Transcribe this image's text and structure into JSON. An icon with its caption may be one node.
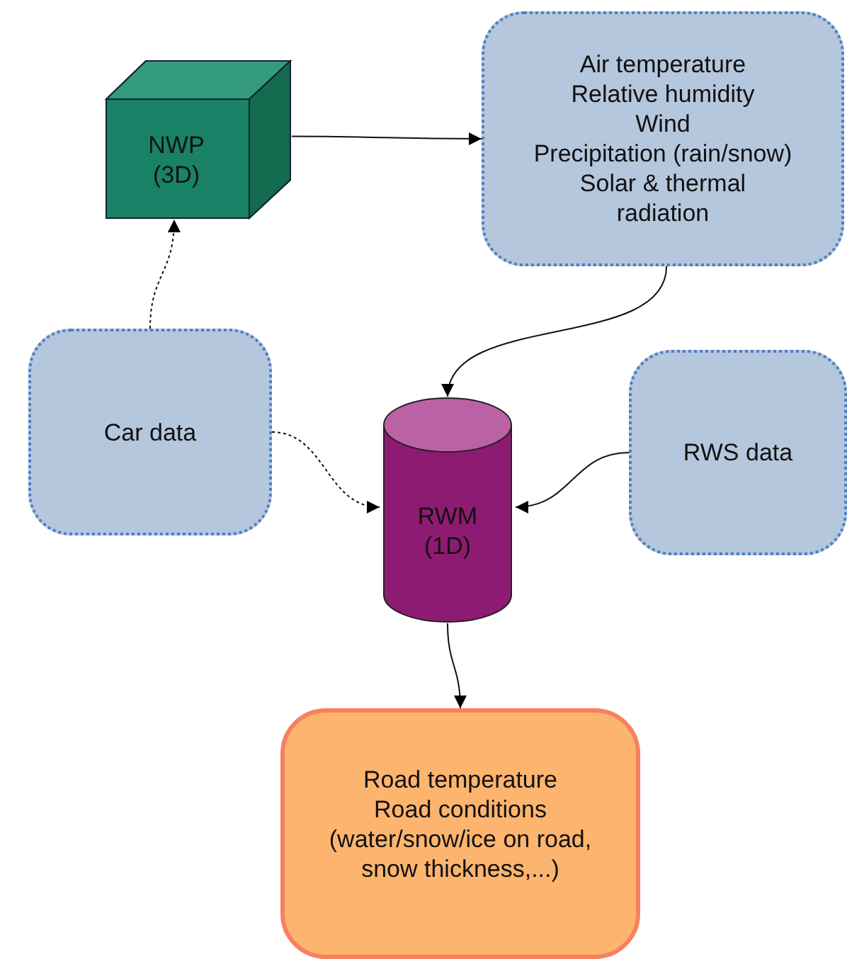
{
  "diagram": {
    "nodes": [
      {
        "text": [
          "NWP (3D)"
        ]
      },
      {
        "text": [
          "Air temperature",
          "Relative humidity",
          "Wind",
          "Precipitation (rain/snow)",
          "Solar & thermal radiation"
        ]
      },
      {
        "text": [
          "Car data"
        ]
      },
      {
        "text": [
          "RWM (1D)"
        ]
      },
      {
        "text": [
          "RWS data"
        ]
      },
      {
        "text": [
          "Road temperature",
          "Road conditions (water/snow/ice on road, snow thickness,...)"
        ]
      }
    ],
    "edges": [
      {
        "from": 0,
        "to": 1,
        "arrow": "to"
      },
      {
        "from": 2,
        "to": 0,
        "arrow": "to",
        "style": "dashed"
      },
      {
        "from": 1,
        "to": 3,
        "arrow": "to"
      },
      {
        "from": 2,
        "to": 3,
        "arrow": "to",
        "style": "dashed"
      },
      {
        "from": 4,
        "to": 3,
        "arrow": "to"
      },
      {
        "from": 3,
        "to": 5,
        "arrow": "to"
      }
    ]
  }
}
